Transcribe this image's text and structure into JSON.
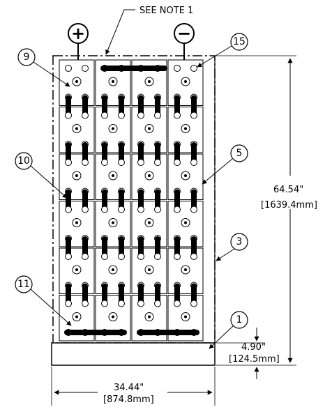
{
  "note_label": "SEE NOTE 1",
  "terminals": {
    "positive": "+",
    "negative": "−"
  },
  "callouts": [
    {
      "id": "callout-9",
      "label": "9"
    },
    {
      "id": "callout-15",
      "label": "15"
    },
    {
      "id": "callout-10",
      "label": "10"
    },
    {
      "id": "callout-5",
      "label": "5"
    },
    {
      "id": "callout-3",
      "label": "3"
    },
    {
      "id": "callout-11",
      "label": "11"
    },
    {
      "id": "callout-1",
      "label": "1"
    }
  ],
  "dimensions": {
    "height_in": "64.54\"",
    "height_mm": "[1639.4mm]",
    "base_in": "4.90\"",
    "base_mm": "[124.5mm]",
    "width_in": "34.44\"",
    "width_mm": "[874.8mm]"
  },
  "layout": {
    "rows": 6,
    "columns": 4
  }
}
